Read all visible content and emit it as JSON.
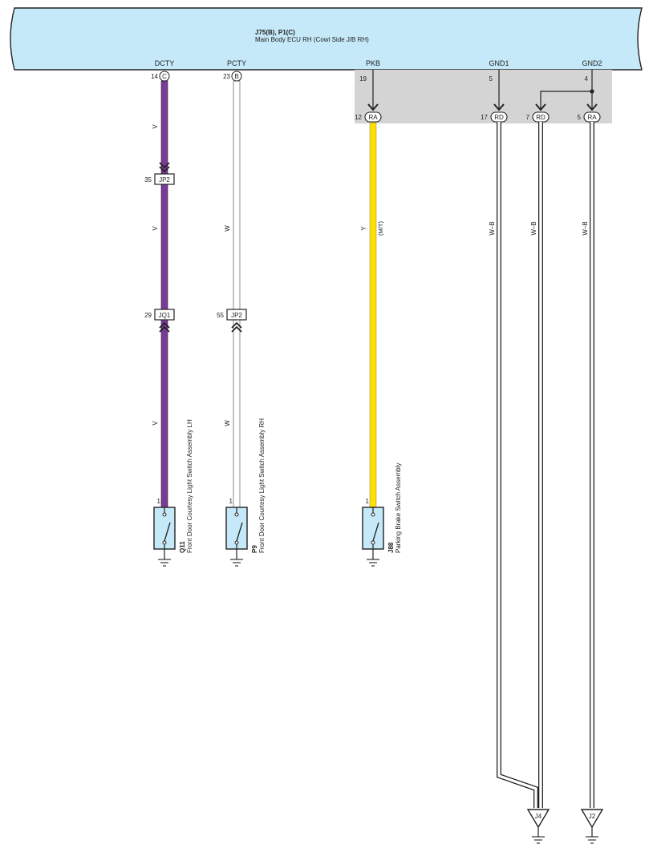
{
  "ecu": {
    "code": "J75(B), P1(C)",
    "name": "Main Body ECU RH (Cowl Side J/B RH)",
    "terminals": {
      "dcty": "DCTY",
      "pcty": "PCTY",
      "pkb": "PKB",
      "gnd1": "GND1",
      "gnd2": "GND2"
    },
    "pins": {
      "dcty": "14",
      "pcty": "23",
      "pkb": "19",
      "gnd1": "5",
      "gnd2": "4"
    },
    "connectors": {
      "dcty": "C",
      "pcty": "B"
    }
  },
  "jb": {
    "pkb": {
      "pin": "12",
      "conn": "RA"
    },
    "gnd1": {
      "pin": "17",
      "conn": "RD"
    },
    "gnd_mid": {
      "pin": "7",
      "conn": "RD"
    },
    "gnd2": {
      "pin": "5",
      "conn": "RA"
    }
  },
  "joints": {
    "jp2_top": {
      "pin": "35",
      "label": "JP2"
    },
    "jq1": {
      "pin": "29",
      "label": "JQ1"
    },
    "jp2_mid": {
      "pin": "55",
      "label": "JP2"
    }
  },
  "wires": {
    "v": "V",
    "w": "W",
    "y": "Y",
    "mt": "(M/T)",
    "wb": "W–B"
  },
  "components": {
    "q11": {
      "pin": "1",
      "code": "Q11",
      "name": "Front Door Courtesy Light Switch Assembly LH"
    },
    "p9": {
      "pin": "1",
      "code": "P9",
      "name": "Front Door Courtesy Light Switch Assembly RH"
    },
    "j88": {
      "pin": "1",
      "code": "J88",
      "name": "Parking Brake Switch Assembly"
    }
  },
  "grounds": {
    "j4": "J4",
    "j2": "J2"
  },
  "colors": {
    "ecu_fill": "#c5e9f8",
    "jb_fill": "#d4d4d4",
    "violet": "#7a3a9a",
    "yellow": "#ffe000",
    "white_wire": "#ffffff"
  }
}
